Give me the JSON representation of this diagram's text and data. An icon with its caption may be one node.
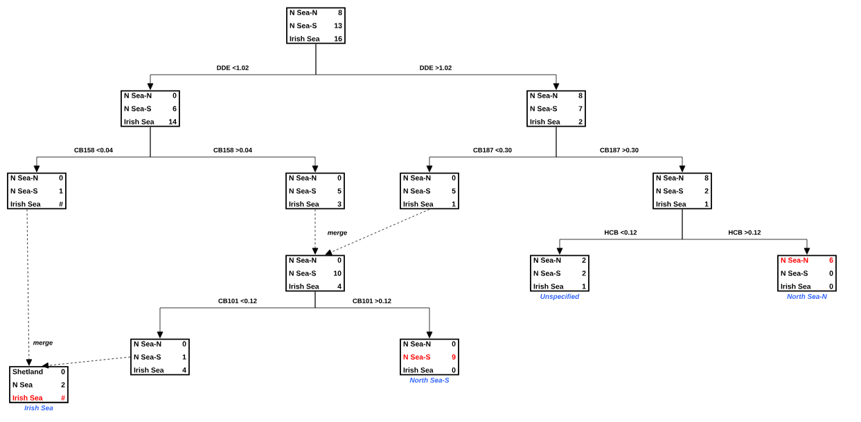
{
  "diagram": {
    "nodes": [
      {
        "text": [
          "N Sea-N",
          "8",
          "N Sea-S",
          "13",
          "Irish Sea",
          "16"
        ]
      },
      {
        "text": [
          "N Sea-N",
          "0",
          "N Sea-S",
          "6",
          "Irish Sea",
          "14"
        ]
      },
      {
        "text": [
          "N Sea-N",
          "8",
          "N Sea-S",
          "7",
          "Irish Sea",
          "2"
        ]
      },
      {
        "text": [
          "N Sea-N",
          "0",
          "N Sea-S",
          "1",
          "Irish Sea",
          "#"
        ]
      },
      {
        "text": [
          "N Sea-N",
          "0",
          "N Sea-S",
          "5",
          "Irish Sea",
          "3"
        ]
      },
      {
        "text": [
          "N Sea-N",
          "0",
          "N Sea-S",
          "5",
          "Irish Sea",
          "1"
        ]
      },
      {
        "text": [
          "N Sea-N",
          "8",
          "N Sea-S",
          "2",
          "Irish Sea",
          "1"
        ]
      },
      {
        "text": [
          "N Sea-N",
          "0",
          "N Sea-S",
          "10",
          "Irish Sea",
          "4"
        ]
      },
      {
        "text": [
          "N Sea-N",
          "2",
          "N Sea-S",
          "2",
          "Irish Sea",
          "1"
        ],
        "beside": [
          "Unspecified"
        ]
      },
      {
        "text": [
          "N Sea-N",
          "6",
          "N Sea-S",
          "0",
          "Irish Sea",
          "0"
        ],
        "beside": [
          "North Sea-N"
        ]
      },
      {
        "text": [
          "N Sea-N",
          "0",
          "N Sea-S",
          "1",
          "Irish Sea",
          "4"
        ]
      },
      {
        "text": [
          "N Sea-N",
          "0",
          "N Sea-S",
          "9",
          "Irish Sea",
          "0"
        ],
        "beside": [
          "North Sea-S"
        ]
      },
      {
        "text": [
          "Shetland",
          "0",
          "N Sea",
          "2",
          "Irish Sea",
          "#"
        ],
        "beside": [
          "Irish Sea"
        ]
      }
    ],
    "edges": [
      {
        "from": 0,
        "to": 1,
        "arrow": "to",
        "label": "DDE <1.02"
      },
      {
        "from": 0,
        "to": 2,
        "arrow": "to",
        "label": "DDE >1.02"
      },
      {
        "from": 1,
        "to": 3,
        "arrow": "to",
        "label": "CB158 <0.04"
      },
      {
        "from": 1,
        "to": 4,
        "arrow": "to",
        "label": "CB158 >0.04"
      },
      {
        "from": 2,
        "to": 5,
        "arrow": "to",
        "label": "CB187 <0.30"
      },
      {
        "from": 2,
        "to": 6,
        "arrow": "to",
        "label": "CB187 >0.30"
      },
      {
        "from": 4,
        "to": 7,
        "arrow": "to",
        "style": "dashed",
        "label": "merge"
      },
      {
        "from": 5,
        "to": 7,
        "arrow": "to",
        "style": "dashed"
      },
      {
        "from": 6,
        "to": 8,
        "arrow": "to",
        "label": "HCB <0.12"
      },
      {
        "from": 6,
        "to": 9,
        "arrow": "to",
        "label": "HCB >0.12"
      },
      {
        "from": 7,
        "to": 10,
        "arrow": "to",
        "label": "CB101 <0.12"
      },
      {
        "from": 7,
        "to": 11,
        "arrow": "to",
        "label": "CB101 >0.12"
      },
      {
        "from": 3,
        "to": 12,
        "arrow": "to",
        "style": "dashed",
        "label": "merge"
      },
      {
        "from": 10,
        "to": 12,
        "arrow": "to",
        "style": "dashed"
      }
    ]
  }
}
